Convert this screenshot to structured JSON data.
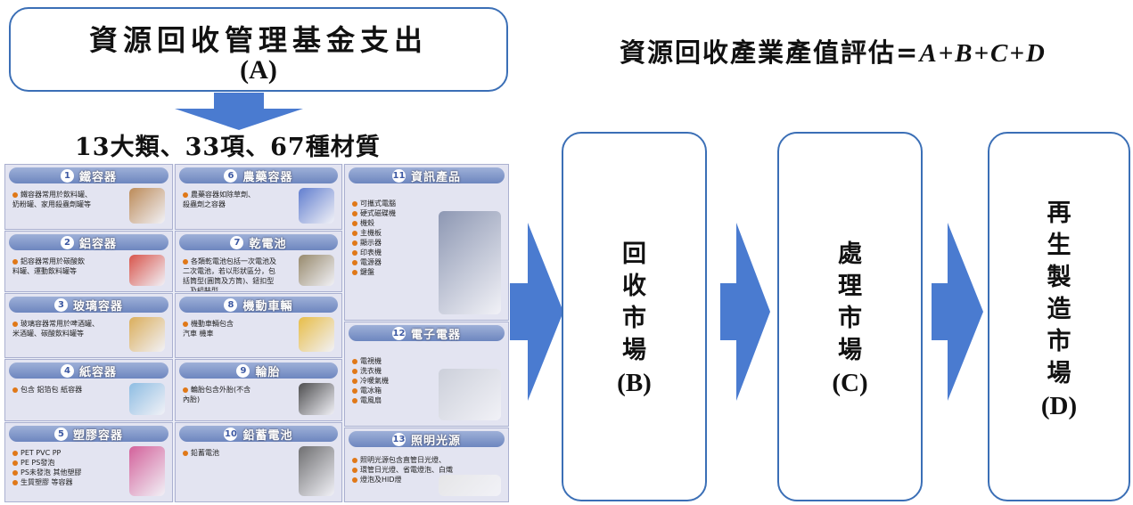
{
  "header": {
    "fund_title": "資源回收管理基金支出",
    "fund_code": "(A)",
    "formula_prefix": "資源回收產業產值評估=",
    "formula_terms": "A+B+C+D",
    "count_text": "13大類、33項、67種材質"
  },
  "categories": [
    {
      "num": "1",
      "title": "鐵容器",
      "desc": [
        "鐵容器常用於飲料罐、",
        "奶粉罐、家用殺蟲劑罐等"
      ]
    },
    {
      "num": "2",
      "title": "鋁容器",
      "desc": [
        "鋁容器常用於碳酸飲",
        "料罐、運動飲料罐等"
      ]
    },
    {
      "num": "3",
      "title": "玻璃容器",
      "desc": [
        "玻璃容器常用於啤酒罐、",
        "米酒罐、碳酸飲料罐等"
      ]
    },
    {
      "num": "4",
      "title": "紙容器",
      "desc": [
        "包含 鋁箔包 紙容器"
      ]
    },
    {
      "num": "5",
      "title": "塑膠容器",
      "desc": [
        "PET PVC PP",
        "PE PS發泡",
        "PS未發泡 其他塑膠",
        "生質塑膠 等容器"
      ]
    },
    {
      "num": "6",
      "title": "農藥容器",
      "desc": [
        "農藥容器如除草劑、",
        "殺蟲劑之容器"
      ]
    },
    {
      "num": "7",
      "title": "乾電池",
      "desc": [
        "各類乾電池包括一次電池及",
        "二次電池，若以形狀區分，包",
        "括筒型(圓筒及方筒)、鈕扣型",
        "、及組裝型"
      ]
    },
    {
      "num": "8",
      "title": "機動車輛",
      "desc": [
        "機動車輛包含",
        "汽車 機車"
      ]
    },
    {
      "num": "9",
      "title": "輪胎",
      "desc": [
        "輪胎包含外胎(不含",
        "內胎)"
      ]
    },
    {
      "num": "10",
      "title": "鉛蓄電池",
      "desc": [
        "鉛蓄電池"
      ]
    },
    {
      "num": "11",
      "title": "資訊產品",
      "desc": [
        "可攜式電腦",
        "硬式磁碟機",
        "機殼",
        "主機板",
        "顯示器",
        "印表機",
        "電源器",
        "鍵盤"
      ]
    },
    {
      "num": "12",
      "title": "電子電器",
      "desc": [
        "電視機",
        "洗衣機",
        "冷暖氣機",
        "電冰箱",
        "電風扇"
      ]
    },
    {
      "num": "13",
      "title": "照明光源",
      "desc": [
        "照明光源包含直管日光燈、",
        "環管日光燈、省電燈泡、白熾",
        "燈泡及HID燈"
      ]
    }
  ],
  "markets": [
    {
      "name": "回收市場",
      "chars": [
        "回",
        "收",
        "市",
        "場"
      ],
      "code": "(B)"
    },
    {
      "name": "處理市場",
      "chars": [
        "處",
        "理",
        "市",
        "場"
      ],
      "code": "(C)"
    },
    {
      "name": "再生製造市場",
      "chars": [
        "再",
        "生",
        "製",
        "造",
        "市",
        "場"
      ],
      "code": "(D)"
    }
  ],
  "colors": {
    "box_border": "#3b6fb6",
    "arrow": "#4a7bd0",
    "panel_header": "#7088c2"
  }
}
